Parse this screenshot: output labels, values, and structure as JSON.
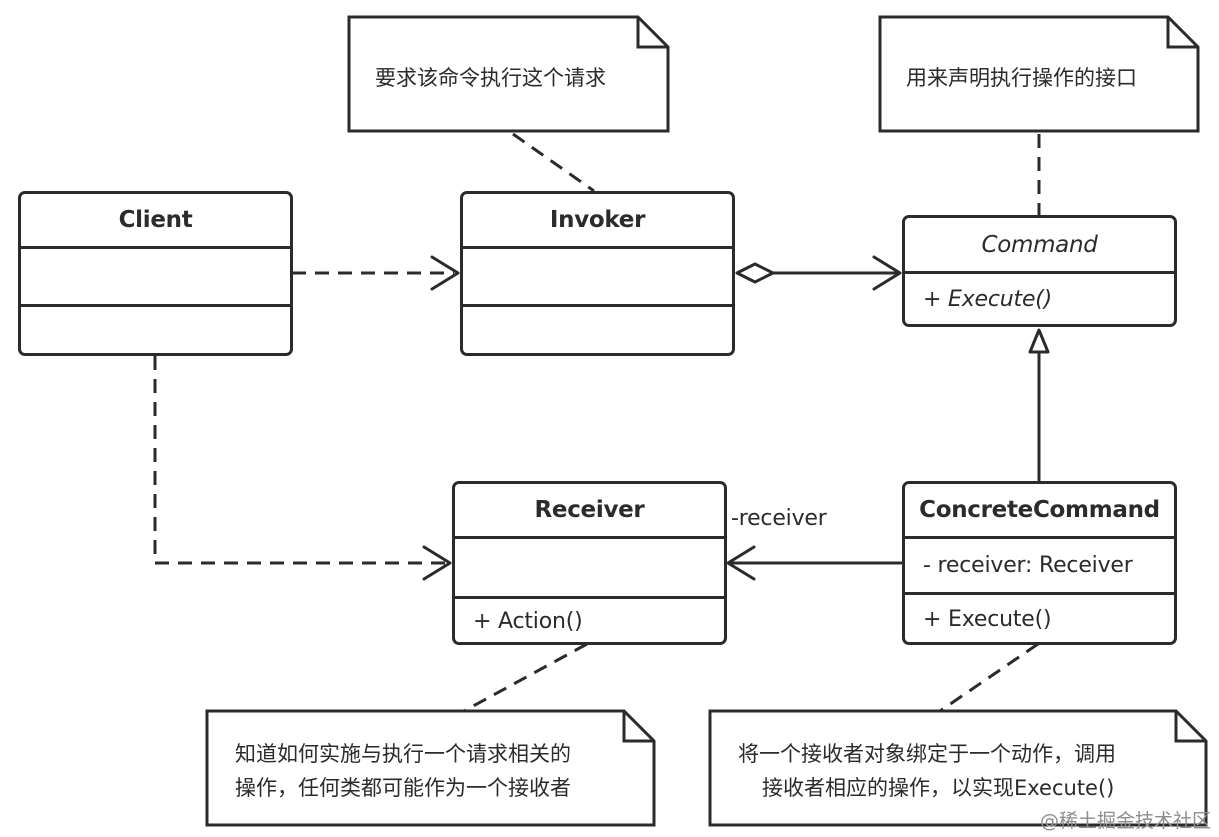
{
  "classes": {
    "client": {
      "name": "Client"
    },
    "invoker": {
      "name": "Invoker"
    },
    "command": {
      "name": "Command",
      "method": "+ Execute()"
    },
    "receiver": {
      "name": "Receiver",
      "method": "+ Action()"
    },
    "concrete_command": {
      "name": "ConcreteCommand",
      "attribute": "- receiver: Receiver",
      "method": "+ Execute()"
    }
  },
  "notes": {
    "invoker_note": "要求该命令执行这个请求",
    "command_note": "用来声明执行操作的接口",
    "receiver_note_line1": "知道如何实施与执行一个请求相关的",
    "receiver_note_line2": "操作，任何类都可能作为一个接收者",
    "concrete_note_line1": "将一个接收者对象绑定于一个动作，调用",
    "concrete_note_line2": "接收者相应的操作，以实现Execute()"
  },
  "association_label": "-receiver",
  "watermark": "@稀土掘金技术社区",
  "colors": {
    "line": "#2b2b2b",
    "background": "#ffffff",
    "watermark": "#8d8d8d"
  }
}
